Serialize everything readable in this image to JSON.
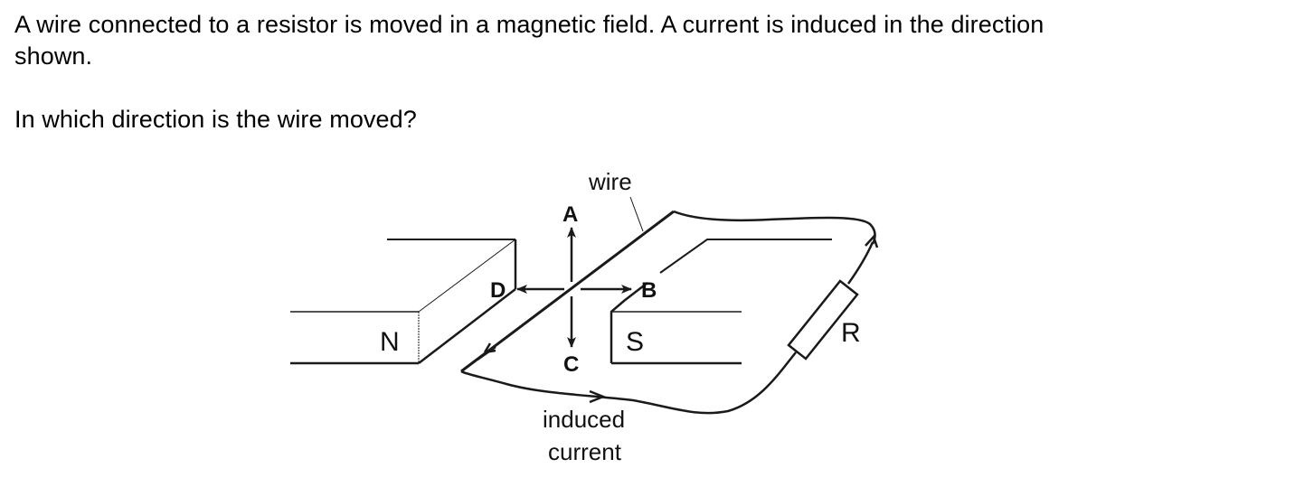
{
  "question": {
    "line1": "A wire connected to a resistor is moved in a magnetic field. A current is induced in the direction",
    "line2": "shown.",
    "prompt": "In which direction is the wire moved?"
  },
  "diagram": {
    "labels": {
      "wire": "wire",
      "north_pole": "N",
      "south_pole": "S",
      "resistor": "R",
      "induced_current_line1": "induced",
      "induced_current_line2": "current"
    },
    "directions": {
      "a": "A",
      "b": "B",
      "c": "C",
      "d": "D"
    },
    "colors": {
      "ink": "#1a1a1a",
      "background": "#ffffff"
    }
  }
}
